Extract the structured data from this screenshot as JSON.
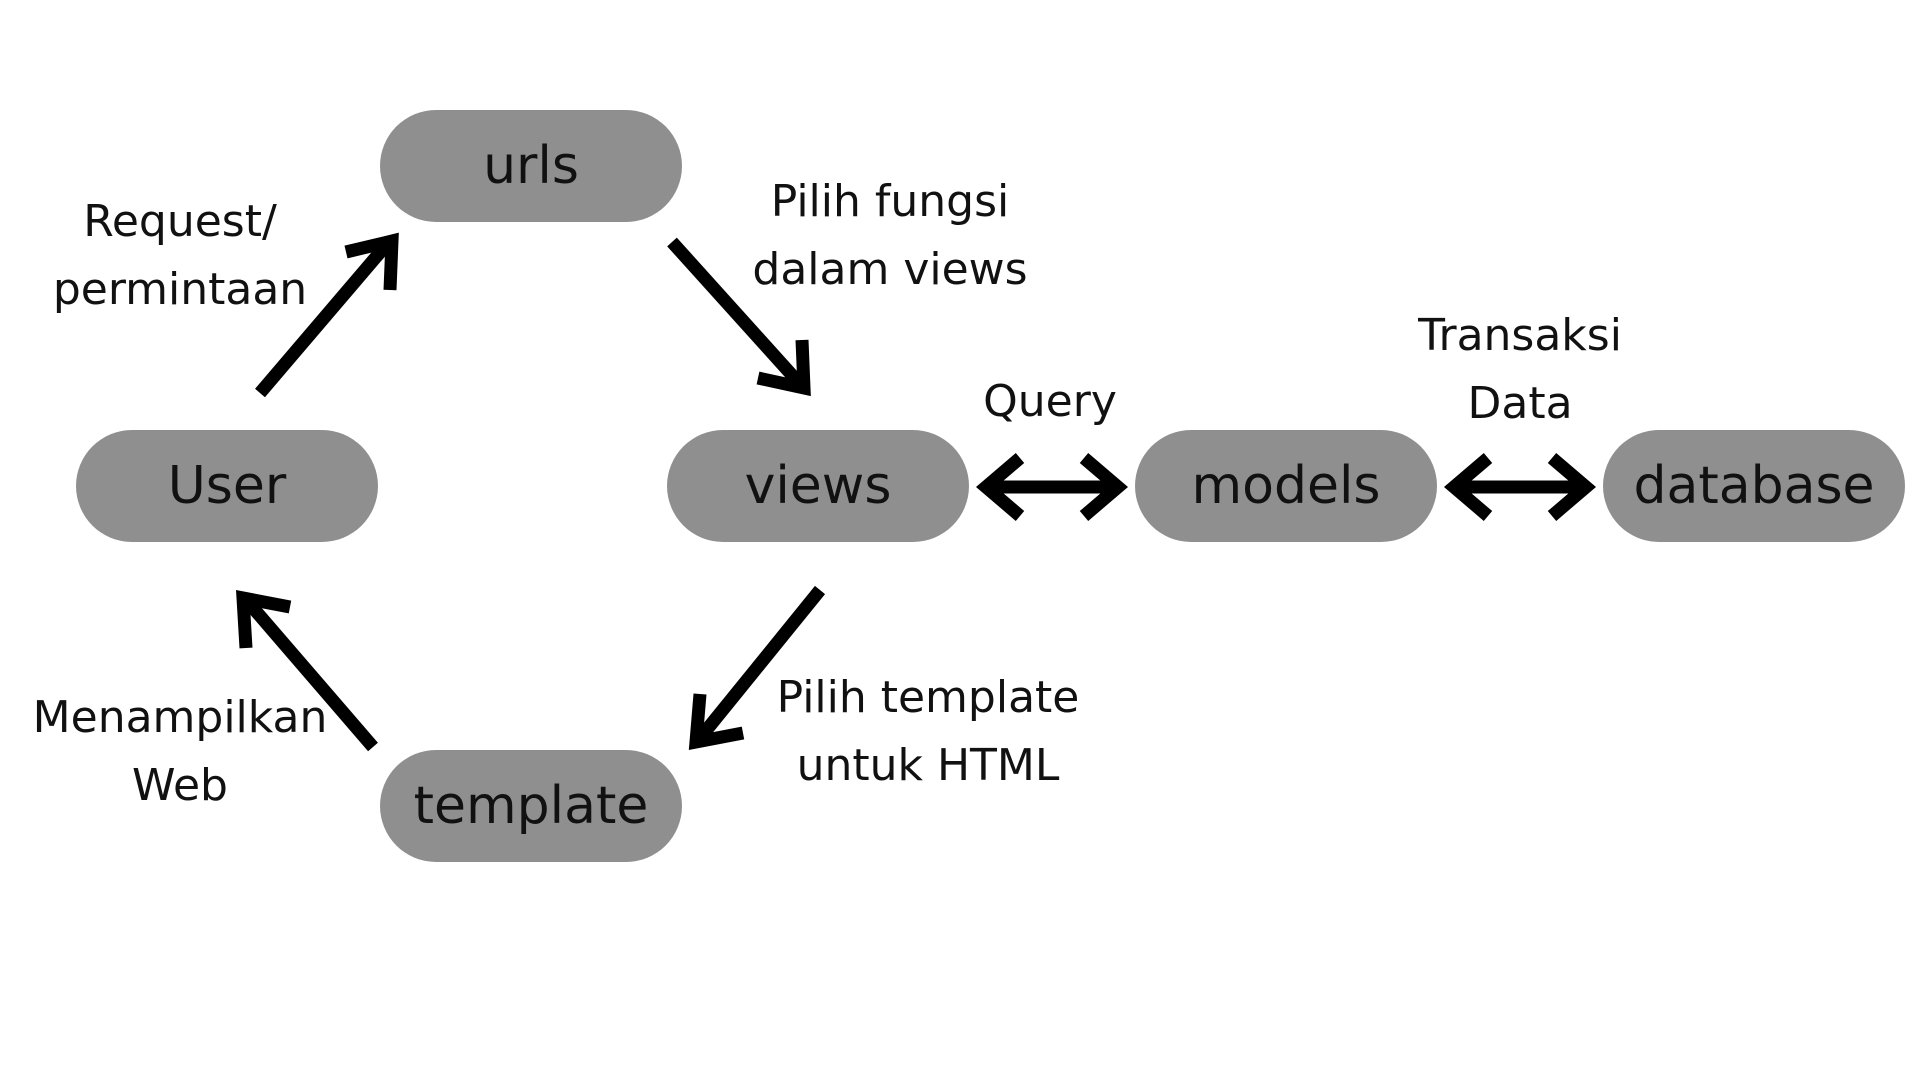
{
  "nodes": {
    "urls": "urls",
    "user": "User",
    "views": "views",
    "models": "models",
    "database": "database",
    "template": "template"
  },
  "labels": {
    "request": [
      "Request/",
      "permintaan"
    ],
    "pilih_fungsi": [
      "Pilih fungsi",
      "dalam views"
    ],
    "query": "Query",
    "transaksi": [
      "Transaksi",
      "Data"
    ],
    "menampilkan": [
      "Menampilkan",
      "Web"
    ],
    "pilih_template": [
      "Pilih template",
      "untuk HTML"
    ]
  },
  "colors": {
    "node_fill": "#8f8f8f",
    "text": "#111111",
    "arrow": "#000000",
    "background": "#ffffff"
  }
}
